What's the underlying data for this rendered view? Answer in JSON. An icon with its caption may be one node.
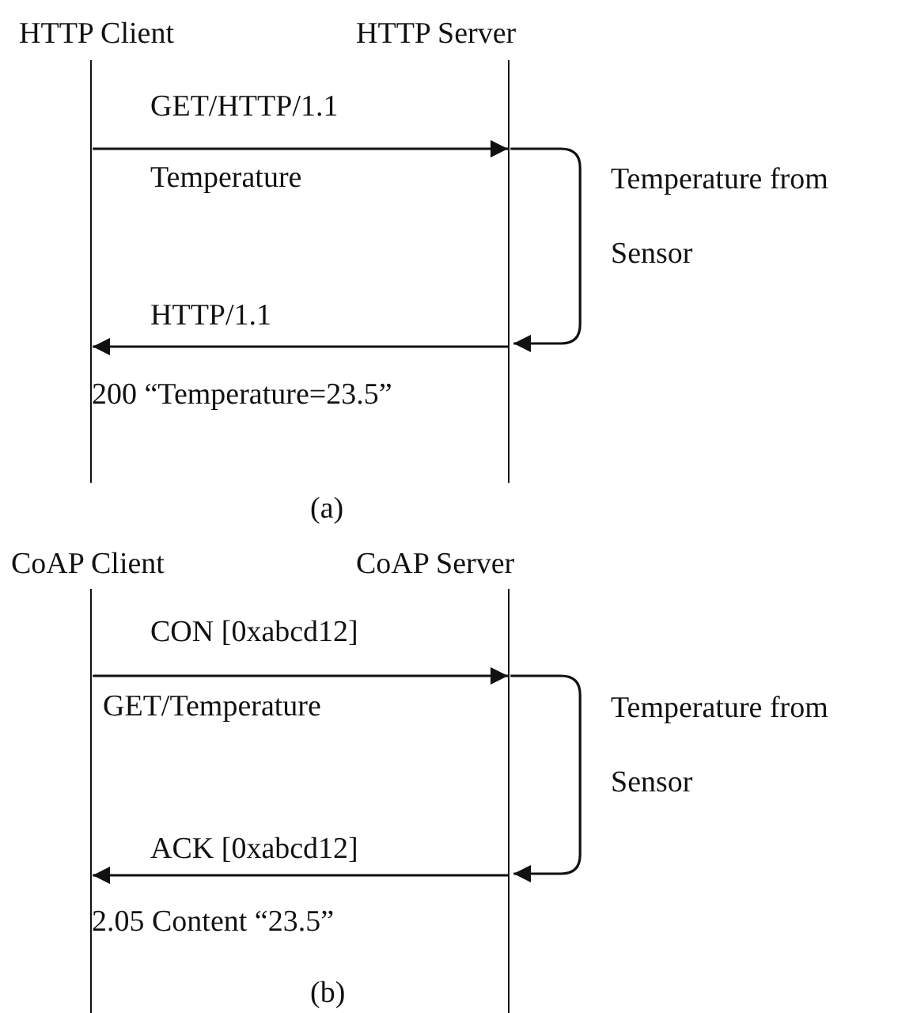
{
  "diagram": {
    "nodes": [
      {
        "text": [
          "HTTP Client"
        ]
      },
      {
        "text": [
          "HTTP Server"
        ]
      },
      {
        "text": [
          "CoAP Client"
        ]
      },
      {
        "text": [
          "CoAP Server"
        ]
      }
    ],
    "edges": [
      {
        "from": 0,
        "to": 1,
        "arrow": "to",
        "label": "GET/HTTP/1.1"
      },
      {
        "from": 1,
        "to": 1,
        "arrow": "to",
        "label": "Temperature from Sensor"
      },
      {
        "from": 1,
        "to": 0,
        "arrow": "to",
        "label": "HTTP/1.1"
      },
      {
        "from": 2,
        "to": 3,
        "arrow": "to",
        "label": "CON [0xabcd12]"
      },
      {
        "from": 3,
        "to": 3,
        "arrow": "to",
        "label": "Temperature from Sensor"
      },
      {
        "from": 3,
        "to": 2,
        "arrow": "to",
        "label": "ACK [0xabcd12]"
      }
    ],
    "labels": [
      "Temperature",
      "200 “Temperature=23.5”",
      "(a)",
      "GET/Temperature",
      "2.05 Content “23.5”",
      "(b)"
    ]
  }
}
